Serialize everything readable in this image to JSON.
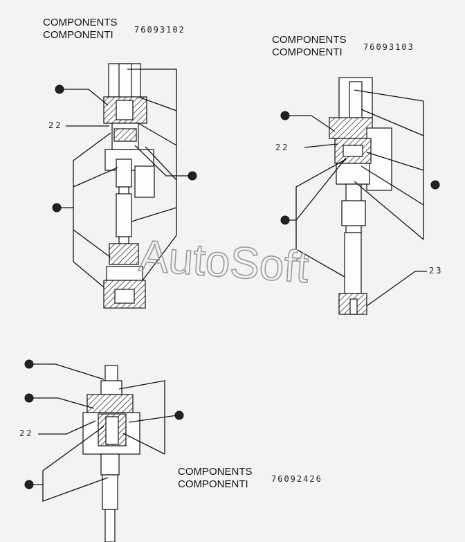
{
  "watermark": "AutoSoft",
  "groups": [
    {
      "line1": "COMPONENTS",
      "line2": "COMPONENTI",
      "code": "76093102",
      "refs": [
        "22"
      ]
    },
    {
      "line1": "COMPONENTS",
      "line2": "COMPONENTI",
      "code": "76093103",
      "refs": [
        "22",
        "23"
      ]
    },
    {
      "line1": "COMPONENTS",
      "line2": "COMPONENTI",
      "code": "76092426",
      "refs": [
        "22"
      ]
    }
  ]
}
